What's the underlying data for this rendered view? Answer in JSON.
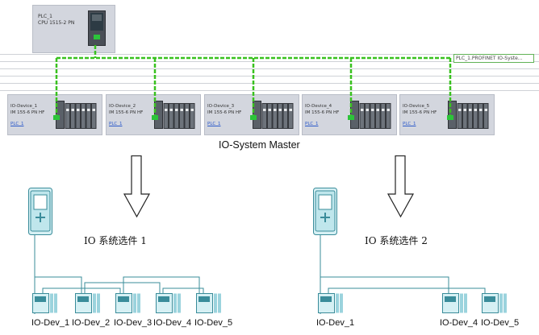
{
  "top_plc": {
    "name": "PLC_1",
    "cpu": "CPU 1515-2 PN"
  },
  "network_label": "PLC_1.PROFINET IO-Syste...",
  "io_devices": [
    {
      "name": "IO-Device_1",
      "module": "IM 155-6 PN HF",
      "link": "PLC_1"
    },
    {
      "name": "IO-Device_2",
      "module": "IM 155-6 PN HF",
      "link": "PLC_1"
    },
    {
      "name": "IO-Device_3",
      "module": "IM 155-6 PN HF",
      "link": "PLC_1"
    },
    {
      "name": "IO-Device_4",
      "module": "IM 155-6 PN HF",
      "link": "PLC_1"
    },
    {
      "name": "IO-Device_5",
      "module": "IM 155-6 PN HF",
      "link": "PLC_1"
    }
  ],
  "heading": "IO-System Master",
  "option1": {
    "label": "IO 系统选件 1",
    "devices": [
      "IO-Dev_1",
      "IO-Dev_2",
      "IO-Dev_3",
      "IO-Dev_4",
      "IO-Dev_5"
    ]
  },
  "option2": {
    "label": "IO 系统选件 2",
    "devices": [
      "IO-Dev_1",
      "IO-Dev_4",
      "IO-Dev_5"
    ]
  },
  "colors": {
    "network_green": "#39c11f",
    "card_bg": "#d3d6de",
    "device_teal": "#3a8c9a",
    "link_blue": "#2a58c9"
  }
}
